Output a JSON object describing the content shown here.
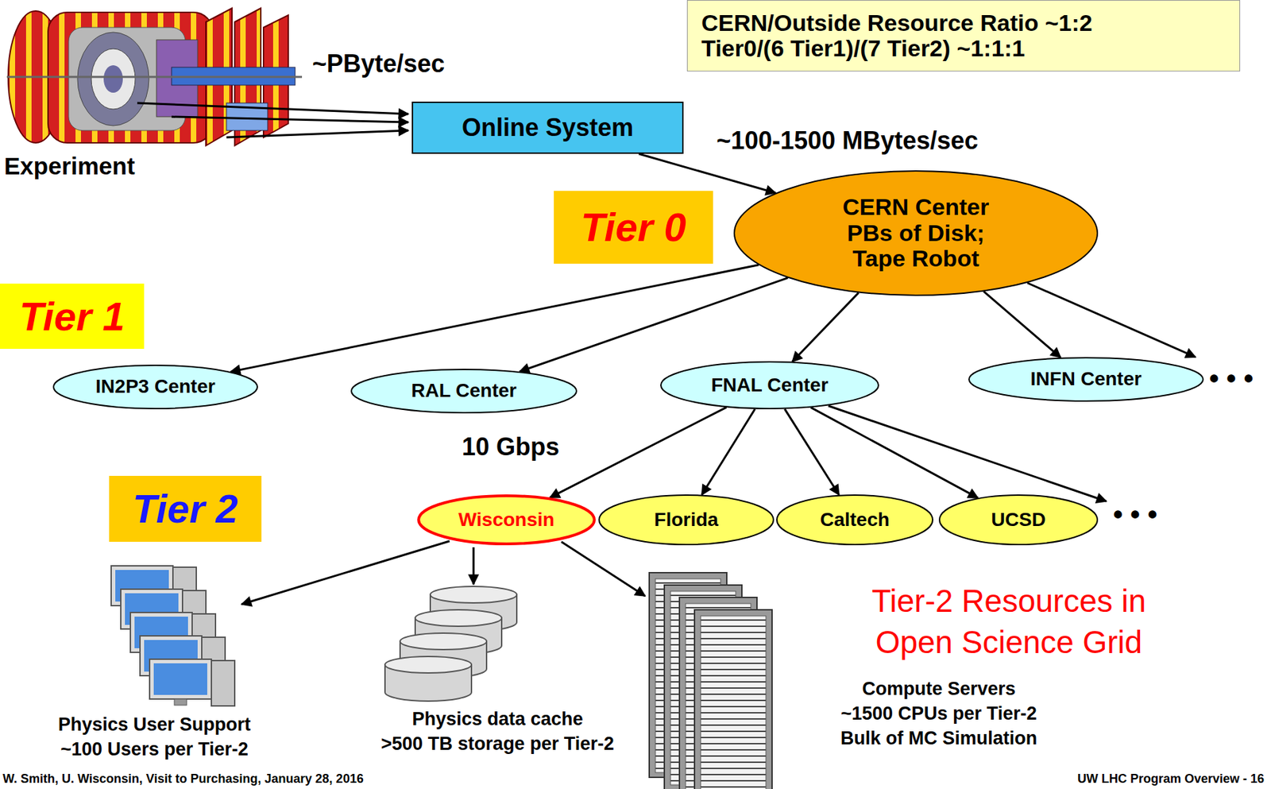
{
  "diagram": {
    "nodes": [
      {
        "text": [
          "CERN/Outside Resource Ratio ~1:2",
          "Tier0/(6 Tier1)/(7 Tier2) ~1:1:1"
        ]
      },
      {
        "text": [
          "Online System"
        ]
      },
      {
        "text": [
          "Tier 0"
        ]
      },
      {
        "text": [
          "CERN Center PBs of Disk; Tape Robot"
        ]
      },
      {
        "text": [
          "Tier 1"
        ]
      },
      {
        "text": [
          "IN2P3 Center"
        ]
      },
      {
        "text": [
          "RAL Center"
        ]
      },
      {
        "text": [
          "FNAL Center"
        ]
      },
      {
        "text": [
          "INFN Center"
        ]
      },
      {
        "text": [
          "Tier 2"
        ]
      },
      {
        "text": [
          "Wisconsin"
        ]
      },
      {
        "text": [
          "Florida"
        ]
      },
      {
        "text": [
          "Caltech"
        ]
      },
      {
        "text": [
          "UCSD"
        ]
      }
    ],
    "edges": [
      {
        "from": 1,
        "to": 3,
        "arrow": "to",
        "label": "~100-1500 MBytes/sec"
      },
      {
        "from": 3,
        "to": 5,
        "arrow": "to"
      },
      {
        "from": 3,
        "to": 6,
        "arrow": "to"
      },
      {
        "from": 3,
        "to": 7,
        "arrow": "to"
      },
      {
        "from": 3,
        "to": 8,
        "arrow": "to"
      },
      {
        "from": 7,
        "to": 10,
        "arrow": "to",
        "label": "10 Gbps"
      },
      {
        "from": 7,
        "to": 11,
        "arrow": "to"
      },
      {
        "from": 7,
        "to": 12,
        "arrow": "to"
      },
      {
        "from": 7,
        "to": 13,
        "arrow": "to"
      }
    ],
    "labels": [
      "~PByte/sec",
      "Experiment",
      "• • •",
      "• • •",
      "Physics User Support",
      "~100 Users per Tier-2",
      "Physics data cache",
      ">500 TB storage per Tier-2",
      "Compute Servers",
      "~1500 CPUs per Tier-2",
      "Bulk of MC Simulation",
      "Tier-2 Resources in Open Science Grid",
      "W. Smith, U. Wisconsin, Visit to Purchasing, January 28, 2016",
      "UW LHC Program Overview - 16"
    ]
  }
}
